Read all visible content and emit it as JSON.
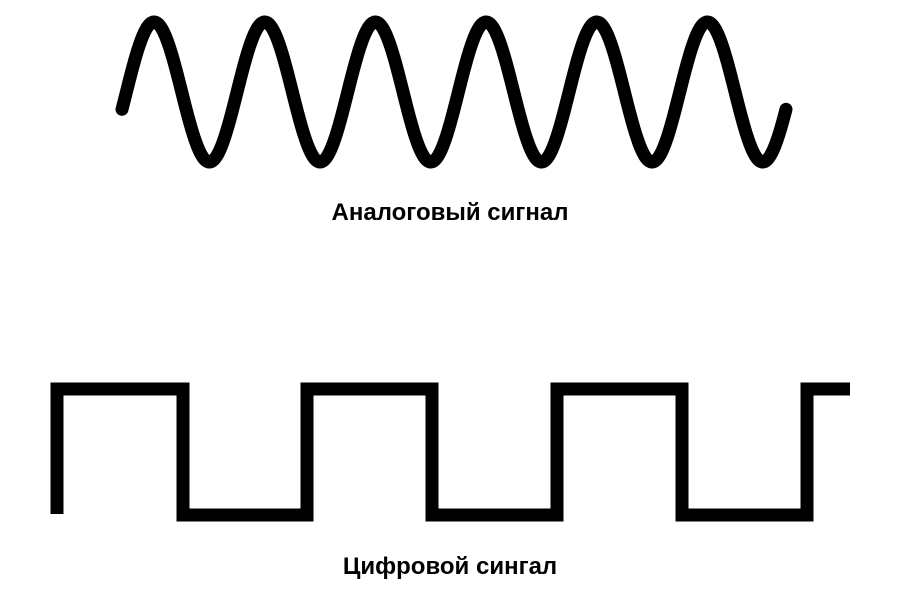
{
  "analog": {
    "label": "Аналоговый сигнал",
    "cycles": 6,
    "stroke_color": "#000000"
  },
  "digital": {
    "label": "Цифровой сингал",
    "levels": [
      1,
      0,
      1,
      0,
      1,
      0,
      1
    ],
    "stroke_color": "#000000"
  },
  "colors": {
    "background": "#ffffff",
    "ink": "#000000"
  }
}
